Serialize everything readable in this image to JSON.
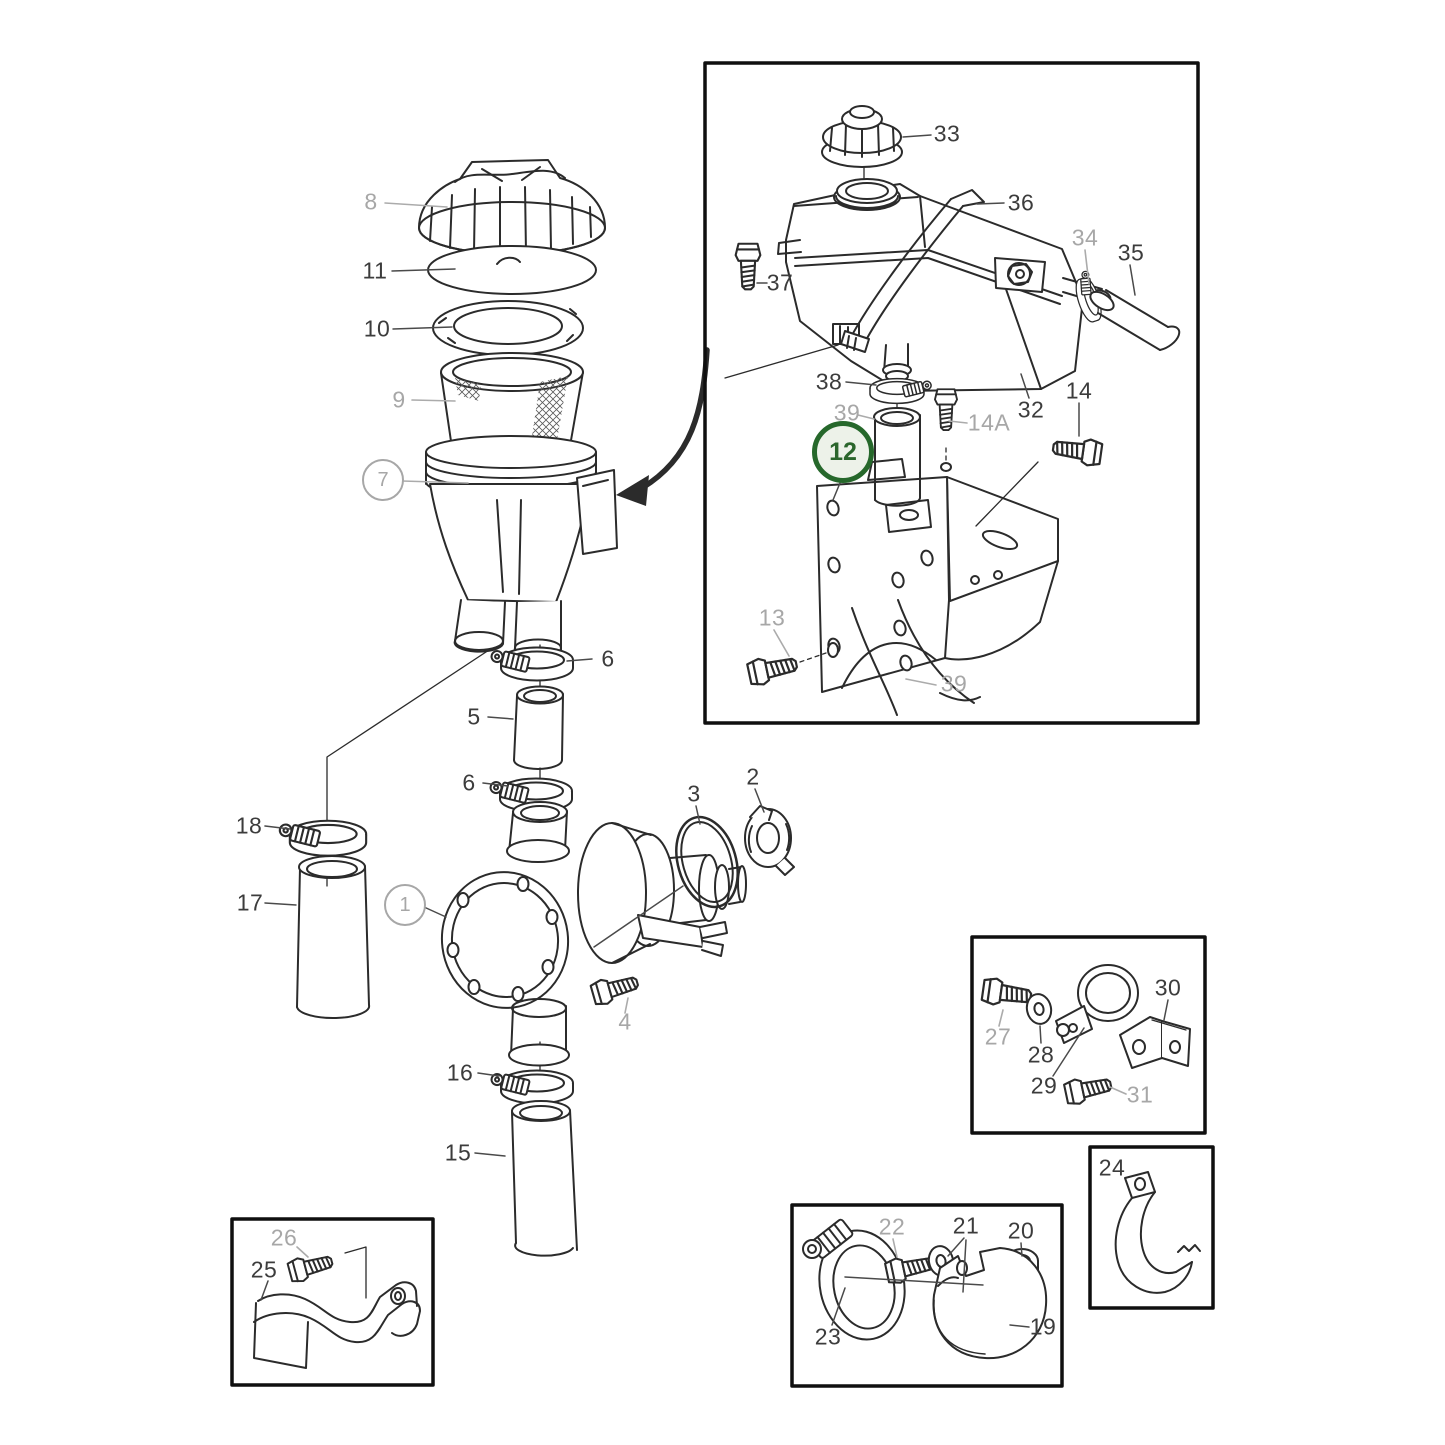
{
  "page": {
    "background": "#ffffff"
  },
  "diagram": {
    "type": "exploded-parts-diagram",
    "subject": "marine engine cooling system / sea water pump and expansion tank",
    "highlighted_part": "12",
    "colors": {
      "line": "#2b2b2b",
      "label": "#3c3c3c",
      "muted": "#a7a7a7",
      "hl": "#26682b",
      "hlfill": "#edf2e9",
      "hltext": "#2b662c",
      "box": "#0f0f0f"
    },
    "labels": {
      "n1": "1",
      "n2": "2",
      "n3": "3",
      "n4": "4",
      "n5": "5",
      "n6": "6",
      "n7": "7",
      "n8": "8",
      "n9": "9",
      "n10": "10",
      "n11": "11",
      "n12": "12",
      "n13": "13",
      "n14": "14",
      "n14a": "14A",
      "n15": "15",
      "n16": "16",
      "n17": "17",
      "n18": "18",
      "n19": "19",
      "n20": "20",
      "n21": "21",
      "n22": "22",
      "n23": "23",
      "n24": "24",
      "n25": "25",
      "n26": "26",
      "n27": "27",
      "n28": "28",
      "n29": "29",
      "n30": "30",
      "n31": "31",
      "n32": "32",
      "n33": "33",
      "n34": "34",
      "n35": "35",
      "n36": "36",
      "n37": "37",
      "n38": "38",
      "n39": "39"
    }
  }
}
